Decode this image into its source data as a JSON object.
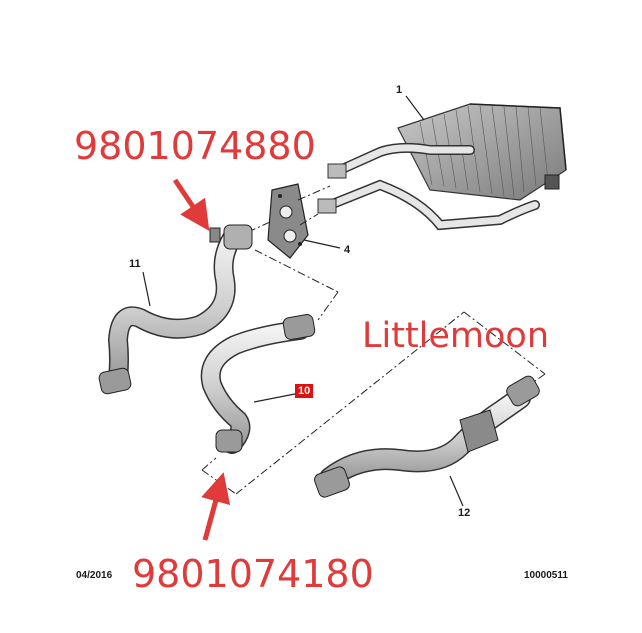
{
  "callouts": {
    "c1": "1",
    "c4": "4",
    "c10": "10",
    "c11": "11",
    "c12": "12"
  },
  "annotations": {
    "part_top": "9801074880",
    "part_bottom": "9801074180",
    "watermark": "Littlemoon"
  },
  "footer": {
    "date": "04/2016",
    "code": "10000511"
  },
  "colors": {
    "annotation": "#e03a3a",
    "badge": "#e01010",
    "line": "#1a1a1a"
  }
}
